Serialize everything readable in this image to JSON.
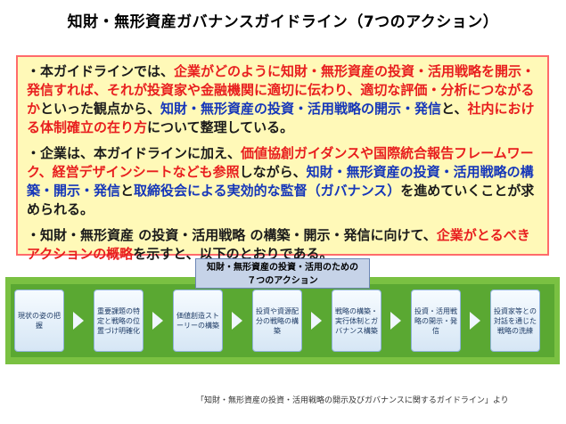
{
  "title": "知財・無形資産ガバナンスガイドライン（7つのアクション）",
  "paragraphs": [
    {
      "parts": [
        {
          "text": "・本ガイドラインでは、",
          "color": "black"
        },
        {
          "text": "企業がどのように知財・無形資産の投資・活用戦略を開示・発信すれば、それが投資家や金融機関に適切に伝わり、適切な評価・分析につながるか",
          "color": "red"
        },
        {
          "text": "といった観点から、",
          "color": "black"
        },
        {
          "text": "知財・無形資産の投資・活用戦略の開示・発信",
          "color": "blue"
        },
        {
          "text": "と、",
          "color": "black"
        },
        {
          "text": "社内における体制確立の在り方",
          "color": "red"
        },
        {
          "text": "について整理している。",
          "color": "black"
        }
      ]
    },
    {
      "parts": [
        {
          "text": "・企業は、本ガイドラインに加え、",
          "color": "black"
        },
        {
          "text": "価値協創ガイダンスや国際統合報告フレームワーク、経営デザインシートなども参照",
          "color": "red"
        },
        {
          "text": "しながら、",
          "color": "black"
        },
        {
          "text": "知財・無形資産の投資・活用戦略の構築・開示・発信",
          "color": "blue"
        },
        {
          "text": "と",
          "color": "black"
        },
        {
          "text": "取締役会による実効的な監督（ガバナンス）",
          "color": "blue"
        },
        {
          "text": "を進めていくことが求められる。",
          "color": "black"
        }
      ]
    },
    {
      "parts": [
        {
          "text": "・知財・無形資産 の投資・活用戦略 の構築・開示・発信に向けて、",
          "color": "black"
        },
        {
          "text": "企業がとるべきアクションの概略",
          "color": "red"
        },
        {
          "text": "を示すと、以下のとおりである。",
          "color": "black"
        }
      ]
    }
  ],
  "diagram": {
    "heading_line1": "知財・無形資産の投資・活用のための",
    "heading_line2": "７つのアクション",
    "steps": [
      "現状の姿の把握",
      "重要課題の特定と戦略の位置づけ明確化",
      "価値創造ストーリーの構築",
      "投資や資源配分の戦略の構築",
      "戦略の構築・実行体制とガバナンス構築",
      "投資・活用戦略の開示・発信",
      "投資家等との対話を通じた戦略の洗練"
    ]
  },
  "footer": "「知財・無形資産の投資・活用戦略の開示及びガバナンスに関するガイドライン」より",
  "colors": {
    "red": "#e81e1e",
    "blue": "#1536b9",
    "yellow_bg": "#fff9b8",
    "green_band": "#7ac142"
  }
}
